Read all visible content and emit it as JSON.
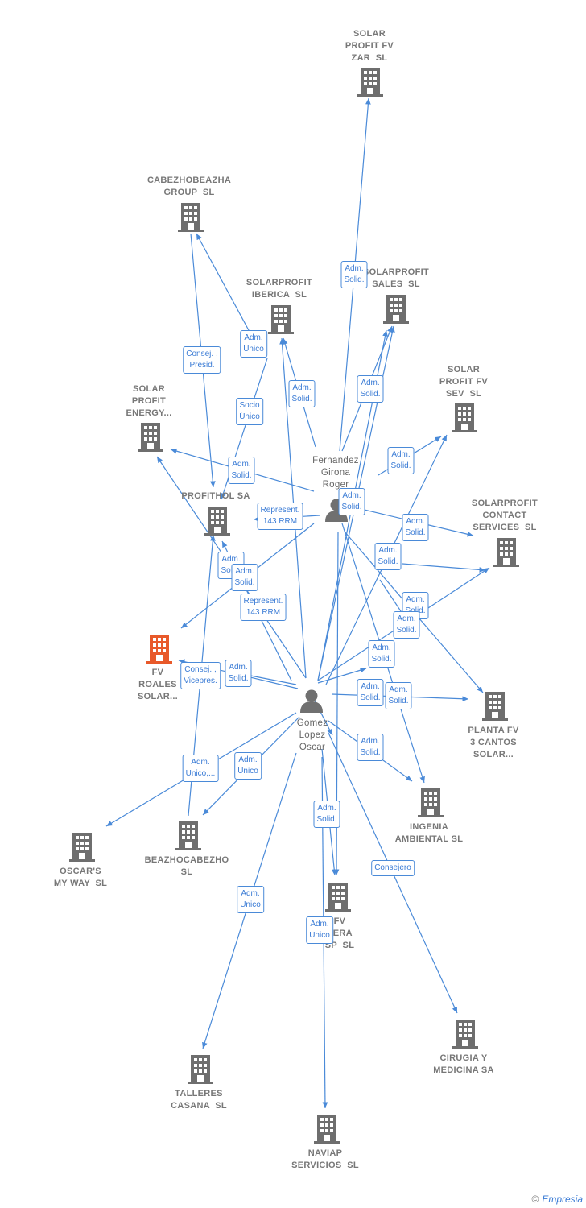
{
  "colors": {
    "edge": "#4a8ad8",
    "building": "#6e6e6e",
    "highlight": "#e8592a",
    "person": "#707070"
  },
  "nodes": {
    "solar_profit_fv_zar": {
      "label": "SOLAR\nPROFIT FV\nZAR  SL",
      "type": "company"
    },
    "cabezhobeazha": {
      "label": "CABEZHOBEAZHA\nGROUP  SL",
      "type": "company"
    },
    "solarprofit_iberica": {
      "label": "SOLARPROFIT\nIBERICA  SL",
      "type": "company"
    },
    "solarprofit_sales": {
      "label": "SOLARPROFIT\nSALES  SL",
      "type": "company"
    },
    "solar_profit_fv_sev": {
      "label": "SOLAR\nPROFIT FV\nSEV  SL",
      "type": "company"
    },
    "solar_profit_energy": {
      "label": "SOLAR\nPROFIT\nENERGY...",
      "type": "company"
    },
    "profithol": {
      "label": "PROFITHOL SA",
      "type": "company"
    },
    "solarprofit_contact": {
      "label": "SOLARPROFIT\nCONTACT\nSERVICES  SL",
      "type": "company"
    },
    "fv_roales": {
      "label": "FV\nROALES\nSOLAR...",
      "type": "company-highlight"
    },
    "planta_fv": {
      "label": "PLANTA FV\n3 CANTOS\nSOLAR...",
      "type": "company"
    },
    "ingenia": {
      "label": "INGENIA\nAMBIENTAL SL",
      "type": "company"
    },
    "oscars": {
      "label": "OSCAR'S\nMY WAY  SL",
      "type": "company"
    },
    "beazhocabezho": {
      "label": "BEAZHOCABEZHO\nSL",
      "type": "company"
    },
    "fv_vera": {
      "label": "FV\nVERA\nSP  SL",
      "type": "company"
    },
    "cirugia": {
      "label": "CIRUGIA Y\nMEDICINA SA",
      "type": "company"
    },
    "talleres": {
      "label": "TALLERES\nCASANA  SL",
      "type": "company"
    },
    "naviap": {
      "label": "NAVIAP\nSERVICIOS  SL",
      "type": "company"
    },
    "fernandez": {
      "label": "Fernandez\nGirona\nRoger",
      "type": "person"
    },
    "gomez": {
      "label": "Gomez\nLopez\nOscar",
      "type": "person"
    }
  },
  "edge_labels": [
    "Adm.\nSolid.",
    "Consej. ,\nPresid.",
    "Adm.\nUnico",
    "Adm.\nSolid.",
    "Adm.\nSolid.",
    "Socio\nÚnico",
    "Adm.\nSolid.",
    "Adm.\nSolid.",
    "Adm.\nSolid.",
    "Represent.\n143 RRM",
    "Adm.\nSolid.",
    "Adm.\nSolid.",
    "Adm.\nSolid.",
    "Adm.\nSolid.",
    "Adm.\nSolid.",
    "Represent.\n143 RRM",
    "Adm.\nSolid.",
    "Adm.\nSolid.",
    "Consej. ,\nVicepres.",
    "Adm.\nSolid.",
    "Adm.\nSolid.",
    "Adm.\nSolid.",
    "Adm.\nSolid.",
    "Adm.\nUnico,...",
    "Adm.\nUnico",
    "Adm.\nSolid.",
    "Consejero",
    "Adm.\nUnico",
    "Adm.\nUnico"
  ],
  "footer": {
    "copyright": "©",
    "brand": "Empresia"
  }
}
